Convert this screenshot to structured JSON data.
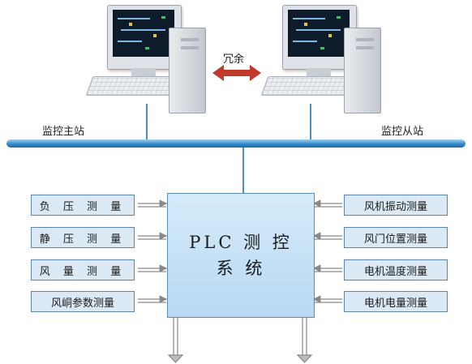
{
  "redundant_label": "冗余",
  "master_label": "监控主站",
  "slave_label": "监控从站",
  "plc": {
    "line1": "PLC 测 控",
    "line2": "系 统"
  },
  "left_inputs": [
    "负 压 测 量",
    "静 压 测 量",
    "风 量 测 量",
    "风峒参数测量"
  ],
  "right_inputs": [
    "风机振动测量",
    "风门位置测量",
    "电机温度测量",
    "电机电量测量"
  ],
  "colors": {
    "bus": "#2f86c9",
    "box_fill": "#dbe9f5",
    "box_border": "#5c84ad",
    "redundant_arrow": "#c0392b"
  }
}
